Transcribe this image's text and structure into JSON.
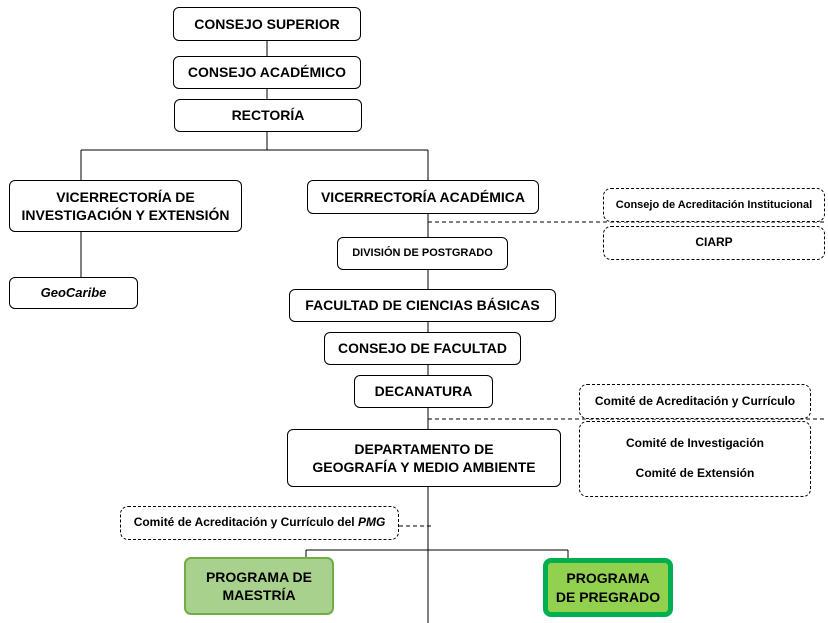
{
  "chart": {
    "consejo_superior": "CONSEJO SUPERIOR",
    "consejo_academico": "CONSEJO ACADÉMICO",
    "rectoria": "RECTORÍA",
    "vicerrectoria_investigacion": {
      "line1": "VICERRECTORÍA DE",
      "line2": "INVESTIGACIÓN Y EXTENSIÓN"
    },
    "geocaribe": "GeoCaribe",
    "vicerrectoria_academica": "VICERRECTORÍA ACADÉMICA",
    "consejo_acreditacion_institucional": "Consejo de Acreditación Institucional",
    "ciarp": "CIARP",
    "division_postgrado": "DIVISIÓN DE POSTGRADO",
    "facultad": "FACULTAD DE CIENCIAS BÁSICAS",
    "consejo_facultad": "CONSEJO DE FACULTAD",
    "decanatura": "DECANATURA",
    "comite_acreditacion_curriculo": "Comité de Acreditación y Currículo",
    "comite_investigacion": "Comité de Investigación",
    "comite_extension": "Comité de Extensión",
    "departamento": {
      "line1": "DEPARTAMENTO DE",
      "line2": "GEOGRAFÍA Y MEDIO AMBIENTE"
    },
    "comite_pmg": {
      "prefix": "Comité de Acreditación y Currículo del ",
      "acronym": "PMG"
    },
    "programa_maestria": {
      "line1": "PROGRAMA DE",
      "line2": "MAESTRÍA"
    },
    "programa_pregrado": {
      "line1": "PROGRAMA",
      "line2": "DE PREGRADO"
    }
  },
  "colors": {
    "maestria_fill": "#a9d18e",
    "maestria_border": "#70ad47",
    "pregrado_fill": "#92d050",
    "pregrado_border": "#00b050"
  }
}
